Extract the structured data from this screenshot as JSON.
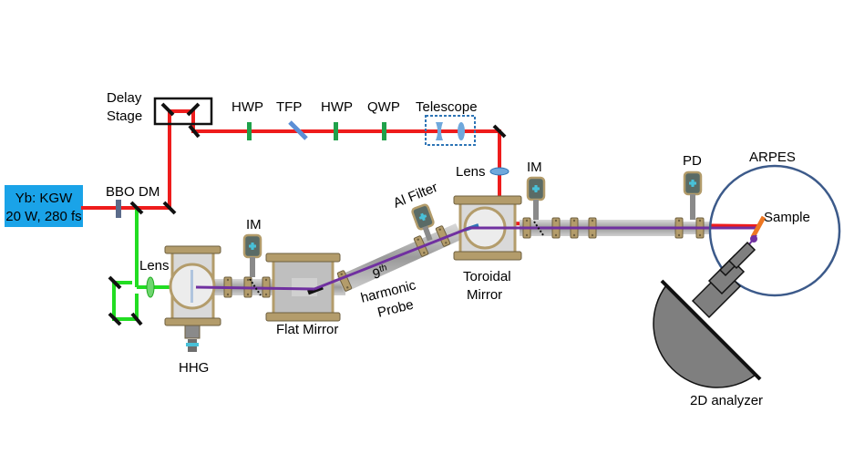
{
  "source": {
    "line1": "Yb: KGW",
    "line2": "20 W, 280 fs"
  },
  "labels": {
    "bbo": "BBO",
    "dm": "DM",
    "delay_line1": "Delay",
    "delay_line2": "Stage",
    "hwp1": "HWP",
    "tfp": "TFP",
    "hwp2": "HWP",
    "qwp": "QWP",
    "telescope": "Telescope",
    "lens_top": "Lens",
    "im_right": "IM",
    "pd": "PD",
    "arpes": "ARPES",
    "sample": "Sample",
    "al_filter": "Al Filter",
    "im_left": "IM",
    "lens_left": "Lens",
    "hhg": "HHG",
    "flat_mirror": "Flat Mirror",
    "ninth": "9",
    "ninth_sup": "th",
    "harmonic": "harmonic",
    "probe": "Probe",
    "toroidal": "Toroidal",
    "mirror": "Mirror",
    "analyzer": "2D analyzer"
  },
  "colors": {
    "source_box": "#1aa3e8",
    "pump_beam": "#ee1c1c",
    "green_beam": "#22dd22",
    "xuv_beam": "#7030a0",
    "waveplate": "#1fa14a",
    "tfp": "#5b8fd6",
    "chamber": "#b39c6b",
    "chamber_dark": "#7a6a48",
    "pipe": "#a6a6a6",
    "mirror": "#111111",
    "arpes_ring": "#3c5a8a",
    "sample": "#ee7722",
    "analyzer": "#7f7f7f",
    "gauge": "#5a6b66"
  }
}
